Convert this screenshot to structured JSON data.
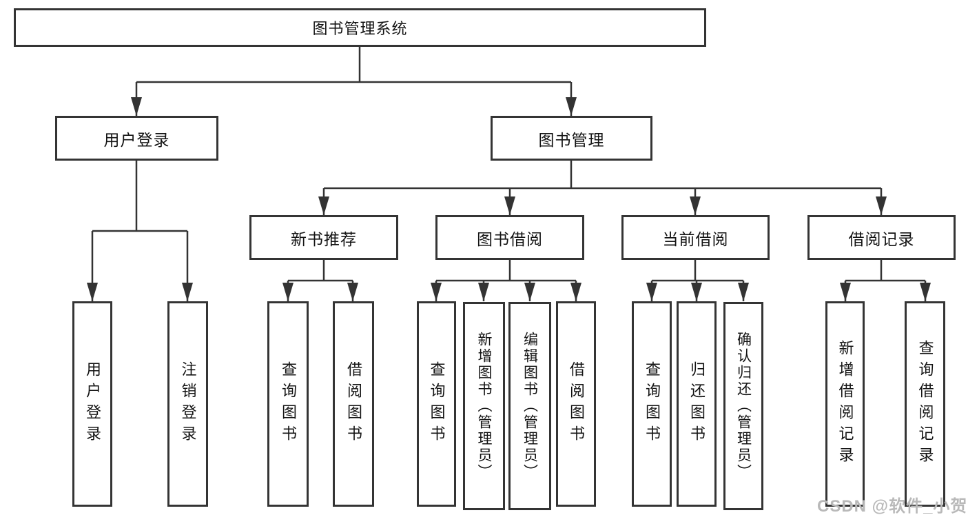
{
  "diagram": {
    "root": {
      "label": "图书管理系统"
    },
    "level2": [
      {
        "label": "用户登录"
      },
      {
        "label": "图书管理"
      }
    ],
    "level3": [
      {
        "label": "新书推荐"
      },
      {
        "label": "图书借阅"
      },
      {
        "label": "当前借阅"
      },
      {
        "label": "借阅记录"
      }
    ],
    "leaves": {
      "user_login": [
        "用户登录",
        "注销登录"
      ],
      "new_book_rec": [
        "查询图书",
        "借阅图书"
      ],
      "book_borrow": [
        "查询图书",
        "新增图书（管理员）",
        "编辑图书（管理员）",
        "借阅图书"
      ],
      "current_borrow": [
        "查询图书",
        "归还图书",
        "确认归还（管理员）"
      ],
      "borrow_record": [
        "新增借阅记录",
        "查询借阅记录"
      ]
    }
  },
  "watermark": "CSDN @软件_小贺同学",
  "colors": {
    "line": "#333333",
    "border": "#343434",
    "text": "#141414",
    "watermark": "#b9b9b9",
    "background": "#ffffff"
  }
}
